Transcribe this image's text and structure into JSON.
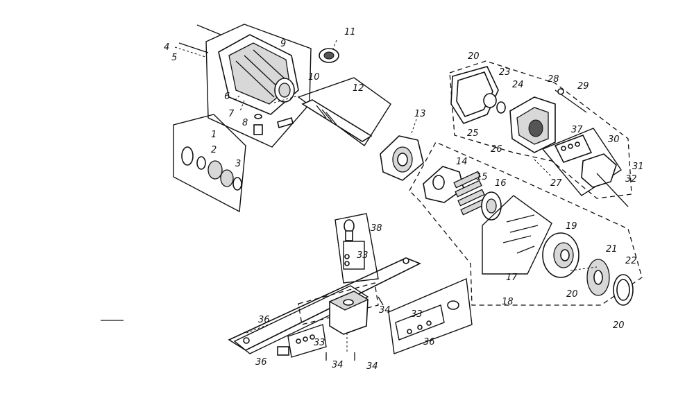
{
  "callouts": {
    "c1": "1",
    "c2": "2",
    "c3": "3",
    "c4": "4",
    "c5": "5",
    "c6": "6",
    "c7": "7",
    "c8": "8",
    "c9": "9",
    "c10": "10",
    "c11": "11",
    "c12": "12",
    "c13": "13",
    "c14": "14",
    "c15": "15",
    "c16": "16",
    "c17": "17",
    "c18": "18",
    "c19": "19",
    "c20a": "20",
    "c20b": "20",
    "c20c": "20",
    "c21": "21",
    "c22": "22",
    "c23": "23",
    "c24": "24",
    "c25": "25",
    "c26": "26",
    "c27": "27",
    "c28": "28",
    "c29": "29",
    "c30": "30",
    "c31": "31",
    "c32": "32",
    "c33a": "33",
    "c33b": "33",
    "c33c": "33",
    "c34a": "34",
    "c34b": "34",
    "c34c": "34",
    "c36a": "36",
    "c36b": "36",
    "c36c": "36",
    "c37": "37",
    "c38": "38"
  }
}
